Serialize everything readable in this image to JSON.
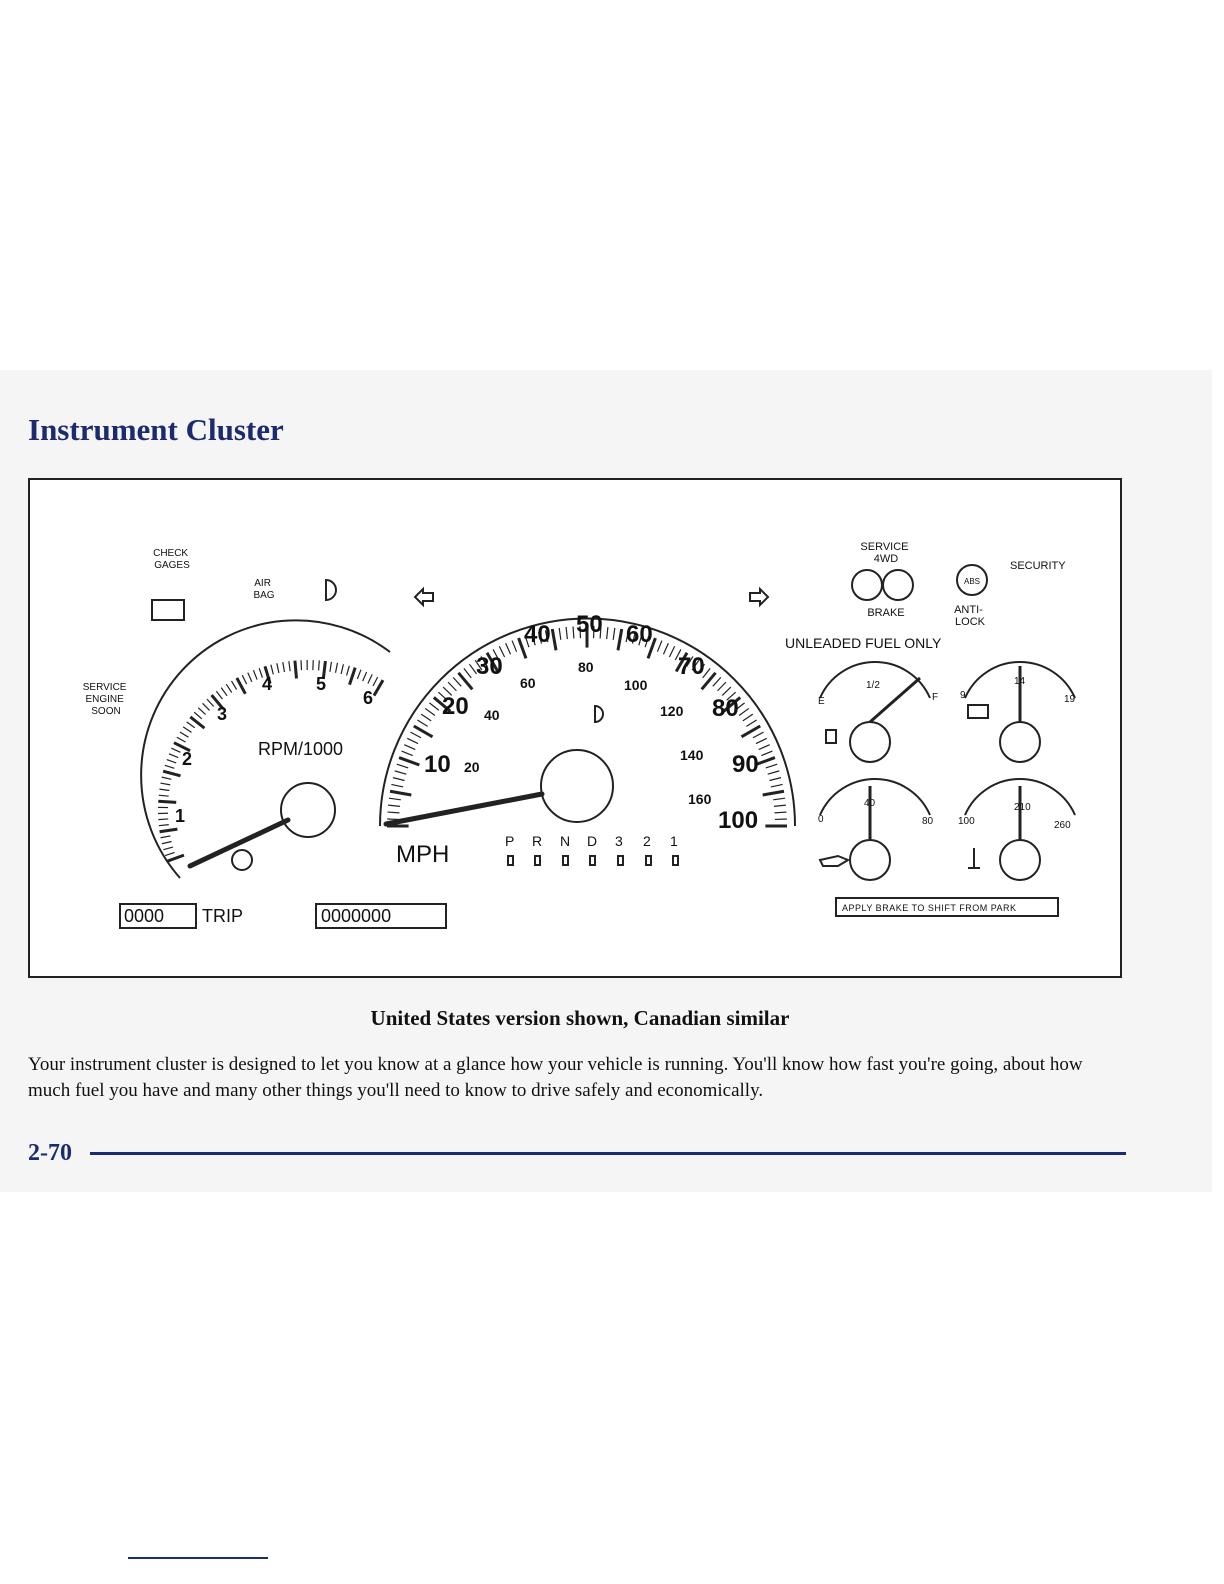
{
  "page": {
    "title": "Instrument Cluster",
    "caption": "United States version shown, Canadian similar",
    "body": "Your instrument cluster is designed to let you know at a glance how your vehicle is running. You'll know how fast you're going, about how much fuel you have and many other things you'll need to know to drive safely and economically.",
    "page_number": "2-70"
  },
  "cluster": {
    "tach_label": "RPM/1000",
    "tach_numbers": [
      "1",
      "2",
      "3",
      "4",
      "5",
      "6"
    ],
    "speedo_label": "MPH",
    "mph_numbers": [
      "10",
      "20",
      "30",
      "40",
      "50",
      "60",
      "70",
      "80",
      "90",
      "100"
    ],
    "kmh_numbers": [
      "20",
      "40",
      "60",
      "80",
      "100",
      "120",
      "140",
      "160"
    ],
    "gear_letters": [
      "P",
      "R",
      "N",
      "D",
      "3",
      "2",
      "1"
    ],
    "trip_digits": "0000",
    "trip_label": "TRIP",
    "odometer_digits": "0000000",
    "warnings": {
      "check_gages": "CHECK\nGAGES",
      "air_bag": "AIR\nBAG",
      "service_engine_soon": "SERVICE\nENGINE\nSOON",
      "service_4wd": "SERVICE\n4WD",
      "security": "SECURITY",
      "brake": "BRAKE",
      "anti_lock": "ANTI-\nLOCK",
      "abs": "ABS"
    },
    "fuel_gauge": {
      "label": "UNLEADED FUEL ONLY",
      "empty": "E",
      "half": "1/2",
      "full": "F"
    },
    "volt_gauge": {
      "min": "9",
      "mid": "14",
      "max": "19"
    },
    "oil_gauge": {
      "min": "0",
      "mid": "40",
      "max": "80"
    },
    "temp_gauge": {
      "min": "100",
      "mid": "210",
      "max": "260"
    },
    "park_notice": "APPLY BRAKE TO SHIFT FROM PARK"
  }
}
